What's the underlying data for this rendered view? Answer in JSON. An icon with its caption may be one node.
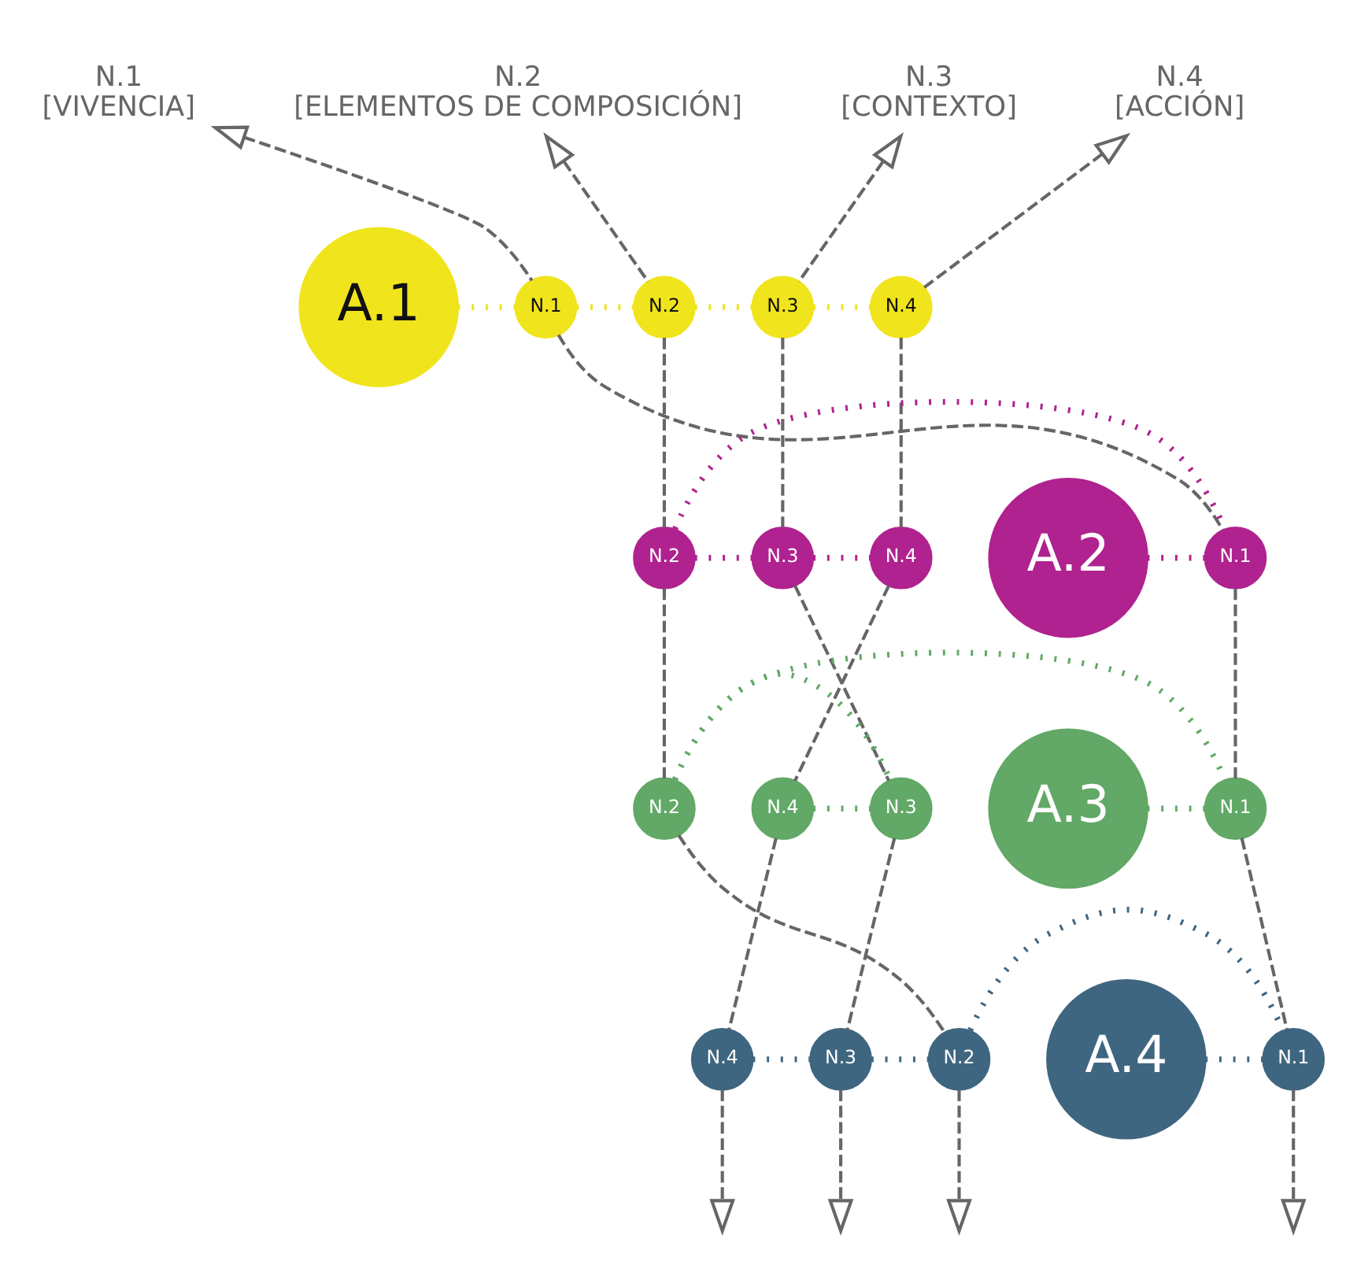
{
  "diagram": {
    "nodes": [
      {
        "text": [
          "N.1",
          "[VIVENCIA]"
        ]
      },
      {
        "text": [
          "N.2",
          "[ELEMENTOS DE COMPOSICIÓN]"
        ]
      },
      {
        "text": [
          "N.3",
          "[CONTEXTO]"
        ]
      },
      {
        "text": [
          "N.4",
          "[ACCIÓN]"
        ]
      },
      {
        "text": [
          "A.1"
        ]
      },
      {
        "text": [
          "N.1"
        ]
      },
      {
        "text": [
          "N.2"
        ]
      },
      {
        "text": [
          "N.3"
        ]
      },
      {
        "text": [
          "N.4"
        ]
      },
      {
        "text": [
          "A.2"
        ]
      },
      {
        "text": [
          "N.1"
        ]
      },
      {
        "text": [
          "N.2"
        ]
      },
      {
        "text": [
          "N.3"
        ]
      },
      {
        "text": [
          "N.4"
        ]
      },
      {
        "text": [
          "A.3"
        ]
      },
      {
        "text": [
          "N.1"
        ]
      },
      {
        "text": [
          "N.2"
        ]
      },
      {
        "text": [
          "N.3"
        ]
      },
      {
        "text": [
          "N.4"
        ]
      },
      {
        "text": [
          "A.4"
        ]
      },
      {
        "text": [
          "N.1"
        ]
      },
      {
        "text": [
          "N.2"
        ]
      },
      {
        "text": [
          "N.3"
        ]
      },
      {
        "text": [
          "N.4"
        ]
      }
    ],
    "edges": [
      {
        "from": 5,
        "to": 0,
        "arrow": "to",
        "style": "dashed"
      },
      {
        "from": 6,
        "to": 1,
        "arrow": "to",
        "style": "dashed"
      },
      {
        "from": 7,
        "to": 2,
        "arrow": "to",
        "style": "dashed"
      },
      {
        "from": 8,
        "to": 3,
        "arrow": "to",
        "style": "dashed"
      },
      {
        "from": 4,
        "to": 5,
        "arrow": "none",
        "style": "dashed",
        "color": "#f0e41c"
      },
      {
        "from": 5,
        "to": 6,
        "arrow": "none",
        "style": "dashed",
        "color": "#f0e41c"
      },
      {
        "from": 6,
        "to": 7,
        "arrow": "none",
        "style": "dashed",
        "color": "#f0e41c"
      },
      {
        "from": 7,
        "to": 8,
        "arrow": "none",
        "style": "dashed",
        "color": "#f0e41c"
      },
      {
        "from": 5,
        "to": 10,
        "arrow": "none",
        "style": "dashed"
      },
      {
        "from": 6,
        "to": 11,
        "arrow": "none",
        "style": "dashed"
      },
      {
        "from": 7,
        "to": 12,
        "arrow": "none",
        "style": "dashed"
      },
      {
        "from": 8,
        "to": 13,
        "arrow": "none",
        "style": "dashed"
      },
      {
        "from": 9,
        "to": 10,
        "arrow": "none",
        "style": "dashed",
        "color": "#b0228f"
      },
      {
        "from": 11,
        "to": 12,
        "arrow": "none",
        "style": "dashed",
        "color": "#b0228f"
      },
      {
        "from": 11,
        "to": 10,
        "arrow": "none",
        "style": "dashed",
        "color": "#b0228f"
      },
      {
        "from": 12,
        "to": 13,
        "arrow": "none",
        "style": "dashed",
        "color": "#b0228f"
      },
      {
        "from": 10,
        "to": 15,
        "arrow": "none",
        "style": "dashed"
      },
      {
        "from": 11,
        "to": 16,
        "arrow": "none",
        "style": "dashed"
      },
      {
        "from": 12,
        "to": 17,
        "arrow": "none",
        "style": "dashed"
      },
      {
        "from": 13,
        "to": 18,
        "arrow": "none",
        "style": "dashed"
      },
      {
        "from": 14,
        "to": 15,
        "arrow": "none",
        "style": "dashed",
        "color": "#62a866"
      },
      {
        "from": 16,
        "to": 17,
        "arrow": "none",
        "style": "dashed",
        "color": "#62a866"
      },
      {
        "from": 16,
        "to": 15,
        "arrow": "none",
        "style": "dashed",
        "color": "#62a866"
      },
      {
        "from": 18,
        "to": 17,
        "arrow": "none",
        "style": "dashed",
        "color": "#62a866"
      },
      {
        "from": 15,
        "to": 20,
        "arrow": "none",
        "style": "dashed"
      },
      {
        "from": 16,
        "to": 21,
        "arrow": "none",
        "style": "dashed"
      },
      {
        "from": 17,
        "to": 22,
        "arrow": "none",
        "style": "dashed"
      },
      {
        "from": 18,
        "to": 23,
        "arrow": "none",
        "style": "dashed"
      },
      {
        "from": 19,
        "to": 20,
        "arrow": "none",
        "style": "dashed",
        "color": "#3f6680"
      },
      {
        "from": 23,
        "to": 22,
        "arrow": "none",
        "style": "dashed",
        "color": "#3f6680"
      },
      {
        "from": 22,
        "to": 21,
        "arrow": "none",
        "style": "dashed",
        "color": "#3f6680"
      },
      {
        "from": 21,
        "to": 20,
        "arrow": "none",
        "style": "dashed",
        "color": "#3f6680"
      },
      {
        "from": 20,
        "to": null,
        "arrow": "to",
        "style": "dashed"
      },
      {
        "from": 21,
        "to": null,
        "arrow": "to",
        "style": "dashed"
      },
      {
        "from": 22,
        "to": null,
        "arrow": "to",
        "style": "dashed"
      },
      {
        "from": 23,
        "to": null,
        "arrow": "to",
        "style": "dashed"
      }
    ]
  }
}
